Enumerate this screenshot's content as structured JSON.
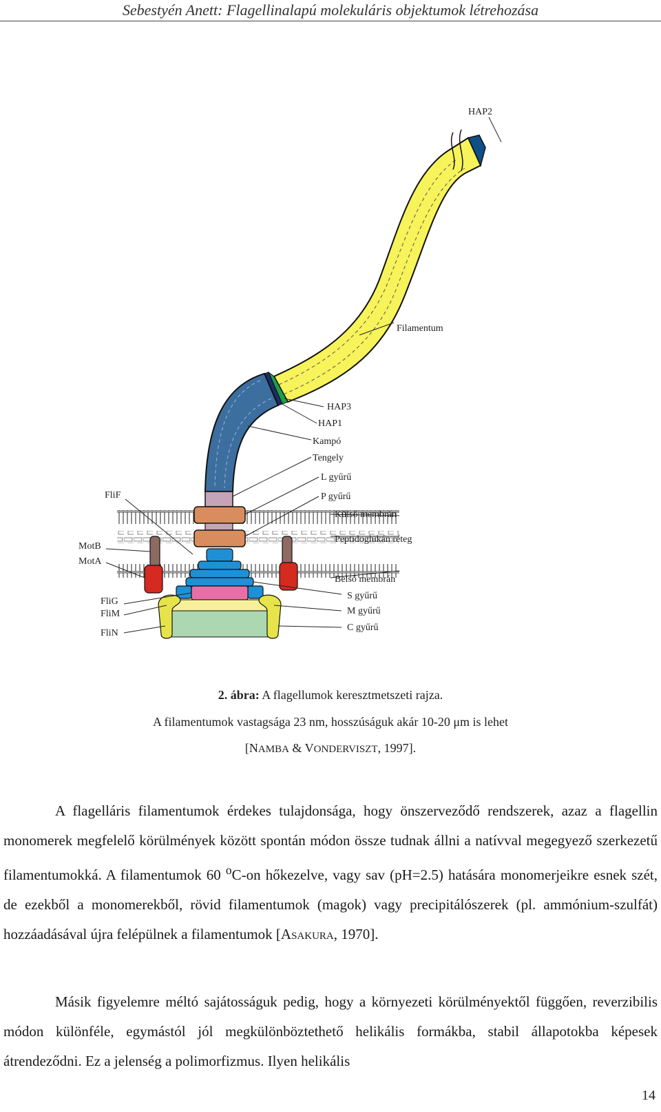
{
  "header": {
    "running_title": "Sebestyén Anett: Flagellinalapú molekuláris objektumok létrehozása"
  },
  "figure": {
    "labels": {
      "hap2": "HAP2",
      "filament": "Filamentum",
      "hap3": "HAP3",
      "hap1": "HAP1",
      "hook": "Kampó",
      "rod": "Tengely",
      "l_ring": "L gyűrű",
      "p_ring": "P gyűrű",
      "outer_membrane": "Külső membrán",
      "peptidoglycan": "Peptidoglükán réteg",
      "inner_membrane": "Belső membrán",
      "s_ring": "S gyűrű",
      "m_ring": "M gyűrű",
      "c_ring": "C gyűrű",
      "flif": "FliF",
      "motb": "MotB",
      "mota": "MotA",
      "flig": "FliG",
      "flim": "FliM",
      "flin": "FliN"
    },
    "colors": {
      "filament": "#f7f35a",
      "hook": "#3c6e9f",
      "hap_green": "#1f9e4a",
      "hap_navy": "#1b2d6b",
      "hap2": "#0f4f88",
      "rod": "#c4a4b6",
      "lp_rings": "#d98d5e",
      "ms_ring": "#1e90d6",
      "motb": "#8e6a62",
      "mota": "#d42a1f",
      "flig": "#e76fa7",
      "flim": "#f7f09a",
      "flin": "#acd7b1",
      "c_lobes": "#e6e44a"
    }
  },
  "caption": {
    "line1_label": "2. ábra:",
    "line1_text": " A flagellumok keresztmetszeti rajza.",
    "line2": "A filamentumok vastagsága 23 nm, hosszúságuk akár 10-20 μm is lehet",
    "line3_open": "[N",
    "line3_sc1": "AMBA",
    "line3_mid": " & V",
    "line3_sc2": "ONDERVISZT",
    "line3_close": ", 1997]."
  },
  "body": {
    "p1_a": "A flagelláris filamentumok érdekes tulajdonsága, hogy önszerveződő rendszerek, azaz a flagellin monomerek megfelelő körülmények között spontán módon össze tudnak állni a natívval megegyező szerkezetű filamentumokká. A filamentumok 60 ",
    "p1_sup": "o",
    "p1_b": "C-on hőkezelve, vagy sav (pH=2.5) hatására monomerjeikre esnek szét, de ezekből a monomerekből, rövid filamentumok (magok) vagy precipitálószerek (pl. ammónium-szulfát) hozzáadásával újra felépülnek a filamentumok [A",
    "p1_sc": "SAKURA",
    "p1_c": ", 1970].",
    "p2": "Másik figyelemre méltó sajátosságuk pedig, hogy a környezeti körülményektől függően, reverzibilis módon különféle, egymástól jól megkülönböztethető helikális formákba, stabil állapotokba képesek átrendeződni. Ez a jelenség a polimorfizmus. Ilyen helikális"
  },
  "page_number": "14"
}
